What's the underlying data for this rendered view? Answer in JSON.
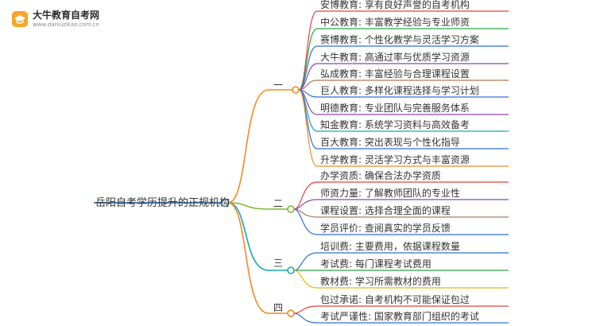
{
  "logo": {
    "name": "大牛教育自考网",
    "url": "www.daniuzikao.com.cn",
    "icon": "graduation-cap-icon"
  },
  "root": {
    "label": "岳阳自考学历提升的正规机构",
    "color": "#4a7fb5"
  },
  "branches": [
    {
      "label": "一",
      "color": "#f08a24",
      "leaves": [
        {
          "text": "安博教育: 享有良好声誉的自考机构",
          "color": "#e8413b"
        },
        {
          "text": "中公教育: 丰富教学经验与专业师资",
          "color": "#27a844"
        },
        {
          "text": "赛博教育: 个性化教学与灵活学习方案",
          "color": "#2f6fd6"
        },
        {
          "text": "大牛教育: 高通过率与优质学习资源",
          "color": "#8e44ad"
        },
        {
          "text": "弘成教育: 丰富经验与合理课程设置",
          "color": "#b07a56"
        },
        {
          "text": "巨人教育: 多样化课程选择与学习计划",
          "color": "#2f6fd6"
        },
        {
          "text": "明德教育: 专业团队与完善服务体系",
          "color": "#8e44ad"
        },
        {
          "text": "知金教育: 系统学习资料与高效备考",
          "color": "#1aa6b7"
        },
        {
          "text": "百大教育: 突出表现与个性化指导",
          "color": "#2f6fd6"
        },
        {
          "text": "升学教育: 灵活学习方式与丰富资源",
          "color": "#f08a24"
        }
      ]
    },
    {
      "label": "二",
      "color": "#7cb82f",
      "leaves": [
        {
          "text": "办学资质: 确保合法办学资质",
          "color": "#e8413b"
        },
        {
          "text": "师资力量: 了解教师团队的专业性",
          "color": "#8e44ad"
        },
        {
          "text": "课程设置: 选择合理全面的课程",
          "color": "#b07a56"
        },
        {
          "text": "学员评价: 查阅真实的学员反馈",
          "color": "#2f6fd6"
        }
      ]
    },
    {
      "label": "三",
      "color": "#1aa6b7",
      "leaves": [
        {
          "text": "培训费: 主要费用，依据课程数量",
          "color": "#2f6fd6"
        },
        {
          "text": "考试费: 每门课程考试费用",
          "color": "#27a844"
        },
        {
          "text": "教材费: 学习所需教材的费用",
          "color": "#f0b400"
        }
      ]
    },
    {
      "label": "四",
      "color": "#f08a24",
      "leaves": [
        {
          "text": "包过承诺: 自考机构不可能保证包过",
          "color": "#e8413b"
        },
        {
          "text": "考试严谨性: 国家教育部门组织的考试",
          "color": "#2f6fd6"
        }
      ]
    }
  ]
}
